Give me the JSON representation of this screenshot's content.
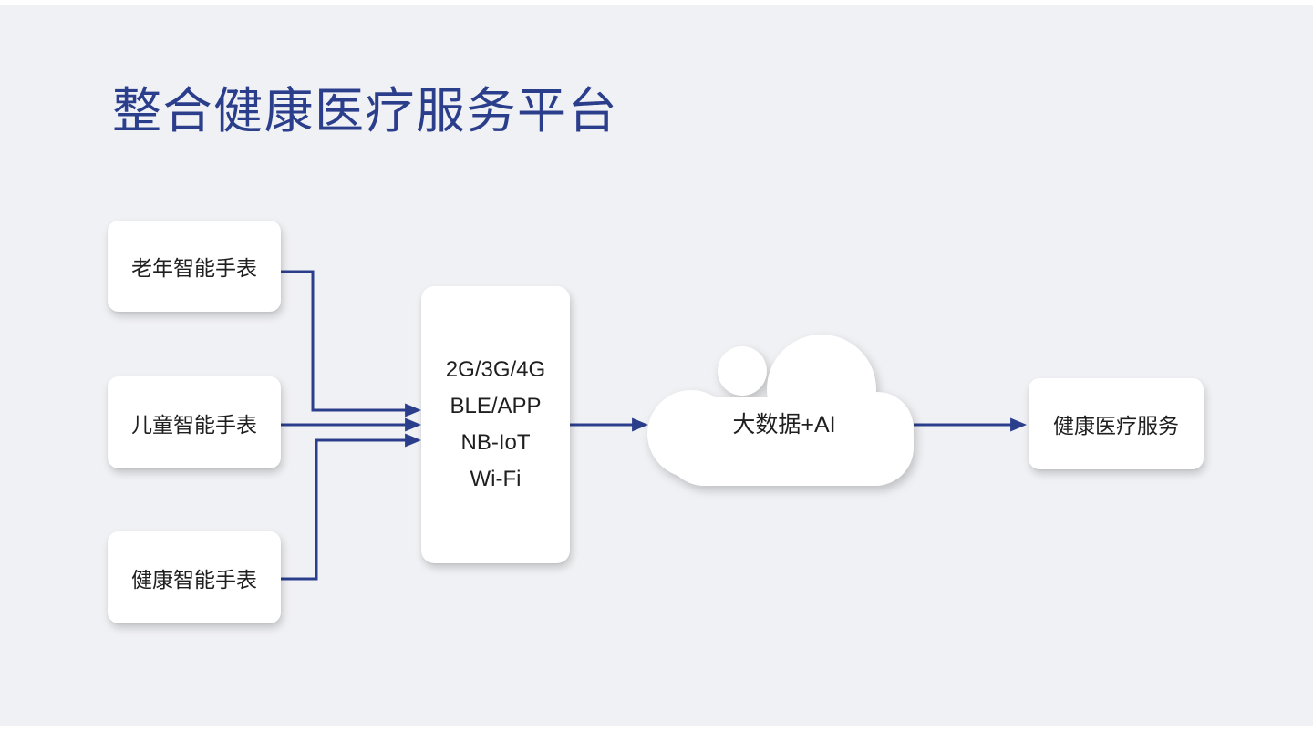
{
  "theme": {
    "accent_color": "#2b3e8c",
    "background_color": "#f0f1f4",
    "node_background": "#ffffff",
    "node_text_color": "#1f1f1f"
  },
  "header": {
    "title": "整合健康医疗服务平台"
  },
  "diagram": {
    "devices": [
      {
        "label": "老年智能手表"
      },
      {
        "label": "儿童智能手表"
      },
      {
        "label": "健康智能手表"
      }
    ],
    "gateway": {
      "lines": [
        "2G/3G/4G",
        "BLE/APP",
        "NB-IoT",
        "Wi-Fi"
      ]
    },
    "cloud": {
      "label": "大数据+AI"
    },
    "service": {
      "label": "健康医疗服务"
    }
  }
}
